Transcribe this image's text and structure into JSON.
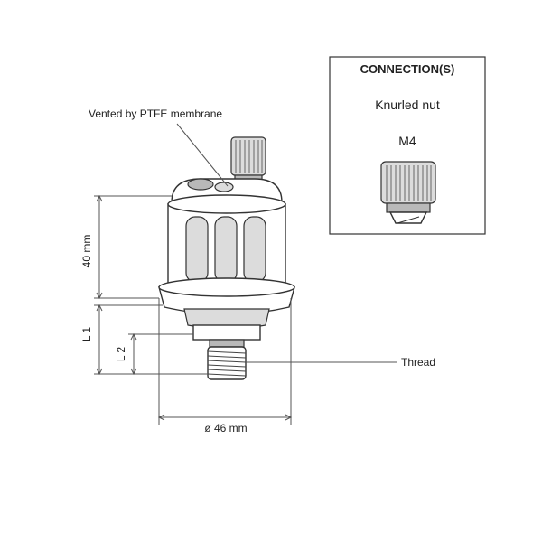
{
  "labels": {
    "vent": "Vented by PTFE membrane",
    "height": "40 mm",
    "l1": "L 1",
    "l2": "L 2",
    "diameter": "ø 46 mm",
    "thread": "Thread"
  },
  "connection_box": {
    "title": "CONNECTION(S)",
    "type": "Knurled nut",
    "size": "M4"
  }
}
